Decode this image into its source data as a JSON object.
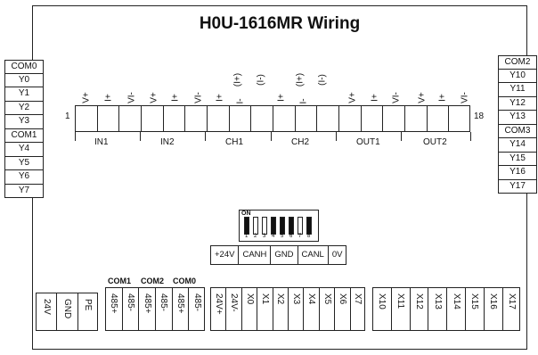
{
  "title": "H0U-1616MR Wiring",
  "left_column": [
    "COM0",
    "Y0",
    "Y1",
    "Y2",
    "Y3",
    "COM1",
    "Y4",
    "Y5",
    "Y6",
    "Y7"
  ],
  "right_column": [
    "COM2",
    "Y10",
    "Y11",
    "Y12",
    "Y13",
    "COM3",
    "Y14",
    "Y15",
    "Y16",
    "Y17"
  ],
  "top_terminal": {
    "pin_start": "1",
    "pin_end": "18",
    "pins": [
      "V+",
      "I+",
      "VI-",
      "V+",
      "I+",
      "VI-",
      "I+",
      "I-",
      "(I+)",
      "(I-)",
      "I+",
      "I-",
      "(I+)",
      "(I-)",
      "V+",
      "I+",
      "VI-",
      "V+",
      "I+",
      "VI-"
    ],
    "groups": [
      "IN1",
      "IN2",
      "CH1",
      "CH2",
      "OUT1",
      "OUT2"
    ]
  },
  "dip": {
    "on_label": "ON",
    "numbers": [
      "1",
      "2",
      "3",
      "4",
      "5",
      "6",
      "7",
      "8"
    ]
  },
  "can_row": [
    "+24V",
    "CANH",
    "GND",
    "CANL",
    "0V"
  ],
  "power_terminal": [
    "24V",
    "GND",
    "PE"
  ],
  "rs485": {
    "groups": [
      "COM1",
      "COM2",
      "COM0"
    ],
    "pins": [
      "485+",
      "485-",
      "485+",
      "485-",
      "485+",
      "485-"
    ]
  },
  "input_left": [
    "24V+",
    "24V-",
    "X0",
    "X1",
    "X2",
    "X3",
    "X4",
    "X5",
    "X6",
    "X7"
  ],
  "input_right": [
    "X10",
    "X11",
    "X12",
    "X13",
    "X14",
    "X15",
    "X16",
    "X17"
  ]
}
